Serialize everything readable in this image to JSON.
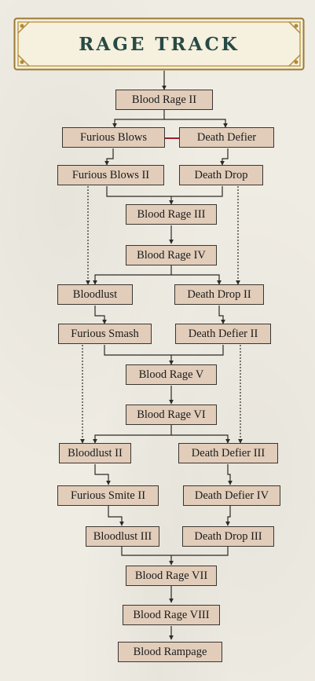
{
  "title": "RAGE TRACK",
  "nodes": {
    "blood_rage_2": "Blood Rage II",
    "furious_blows": "Furious Blows",
    "death_defier": "Death Defier",
    "furious_blows_2": "Furious Blows II",
    "death_drop": "Death Drop",
    "blood_rage_3": "Blood Rage III",
    "blood_rage_4": "Blood Rage IV",
    "bloodlust": "Bloodlust",
    "death_drop_2": "Death Drop II",
    "furious_smash": "Furious Smash",
    "death_defier_2": "Death Defier II",
    "blood_rage_5": "Blood Rage V",
    "blood_rage_6": "Blood Rage VI",
    "bloodlust_2": "Bloodlust II",
    "death_defier_3": "Death Defier III",
    "furious_smite_2": "Furious Smite II",
    "death_defier_4": "Death Defier IV",
    "bloodlust_3": "Bloodlust III",
    "death_drop_3": "Death Drop III",
    "blood_rage_7": "Blood Rage VII",
    "blood_rage_8": "Blood Rage VIII",
    "blood_rampage": "Blood Rampage"
  },
  "colors": {
    "node_fill": "#e1cdba",
    "title_text": "#274a45",
    "banner_frame": "#b08a3a",
    "exclusive_link": "#9c1e2c"
  }
}
